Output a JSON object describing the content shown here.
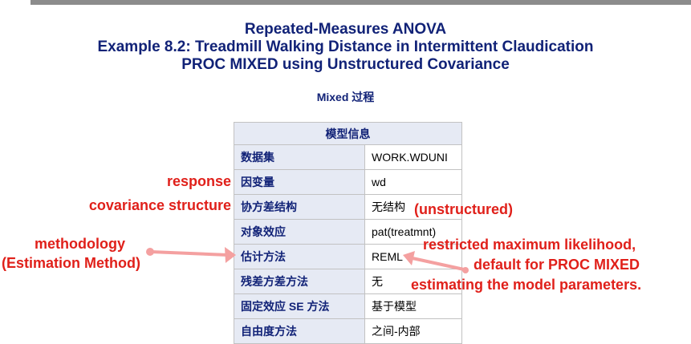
{
  "report": {
    "titles": [
      "Repeated-Measures ANOVA",
      "Example 8.2: Treadmill Walking Distance in Intermittent Claudication",
      "PROC MIXED using Unstructured Covariance"
    ],
    "procedure_title": "Mixed 过程"
  },
  "model_info": {
    "caption": "模型信息",
    "rows": [
      {
        "label": "数据集",
        "value": "WORK.WDUNI"
      },
      {
        "label": "因变量",
        "value": "wd"
      },
      {
        "label": "协方差结构",
        "value": "无结构"
      },
      {
        "label": "对象效应",
        "value": "pat(treatmnt)"
      },
      {
        "label": "估计方法",
        "value": "REML"
      },
      {
        "label": "残差方差方法",
        "value": "无"
      },
      {
        "label": "固定效应 SE 方法",
        "value": "基于模型"
      },
      {
        "label": "自由度方法",
        "value": "之间-内部"
      }
    ]
  },
  "annotations": {
    "response": "response",
    "covariance_structure": "covariance structure",
    "unstructured": "(unstructured)",
    "methodology_line1": "methodology",
    "methodology_line2": "(Estimation Method)",
    "reml_line1": "restricted maximum likelihood,",
    "reml_line2": "default for PROC MIXED",
    "reml_line3": "estimating the model parameters."
  },
  "colors": {
    "title_text": "#112277",
    "header_bg": "#e6eaf4",
    "annotation_red": "#e0201a",
    "arrow_pink": "#f4a0a0"
  }
}
